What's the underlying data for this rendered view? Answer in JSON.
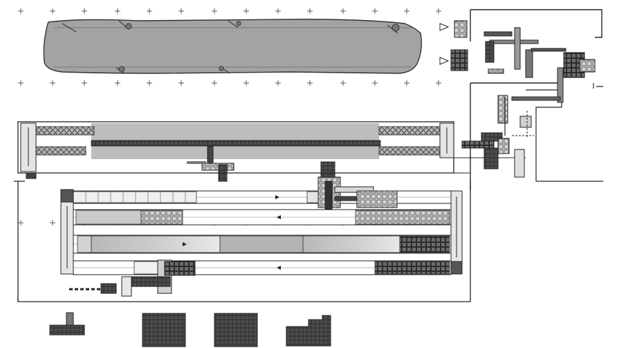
{
  "diagram": {
    "kind": "factory-floor-layout",
    "palette": {
      "ink": "#222222",
      "dark": "#3a3a3a",
      "mid": "#8c8c8c",
      "light": "#c4c4c4",
      "pale": "#e2e2e2",
      "paper": "#ffffff"
    },
    "conveyors": [
      {
        "name": "conveyor-1",
        "direction": "right"
      },
      {
        "name": "conveyor-2",
        "direction": "left"
      },
      {
        "name": "conveyor-3",
        "direction": "right"
      },
      {
        "name": "conveyor-4",
        "direction": "left"
      }
    ],
    "storage_blocks_bottom": 4,
    "inputs": 2
  }
}
